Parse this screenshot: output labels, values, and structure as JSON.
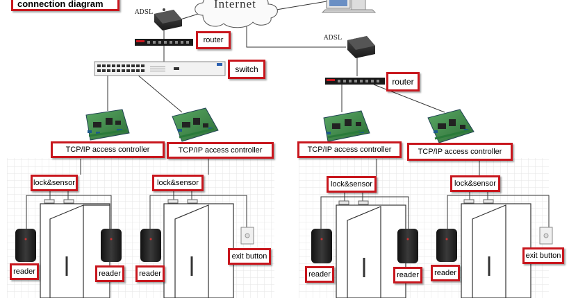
{
  "title": "connection diagram",
  "internet_label": "Internet",
  "adsl_label": "ADSL",
  "router_label": "router",
  "switch_label": "switch",
  "controller_label": "TCP/IP access controller",
  "lock_label": "lock&sensor",
  "reader_label": "reader",
  "exit_label": "exit button",
  "colors": {
    "label_border": "#c8161d",
    "line": "#333333",
    "pcb_green": "#3f8f4a",
    "reader_body": "#2a2a2a"
  }
}
